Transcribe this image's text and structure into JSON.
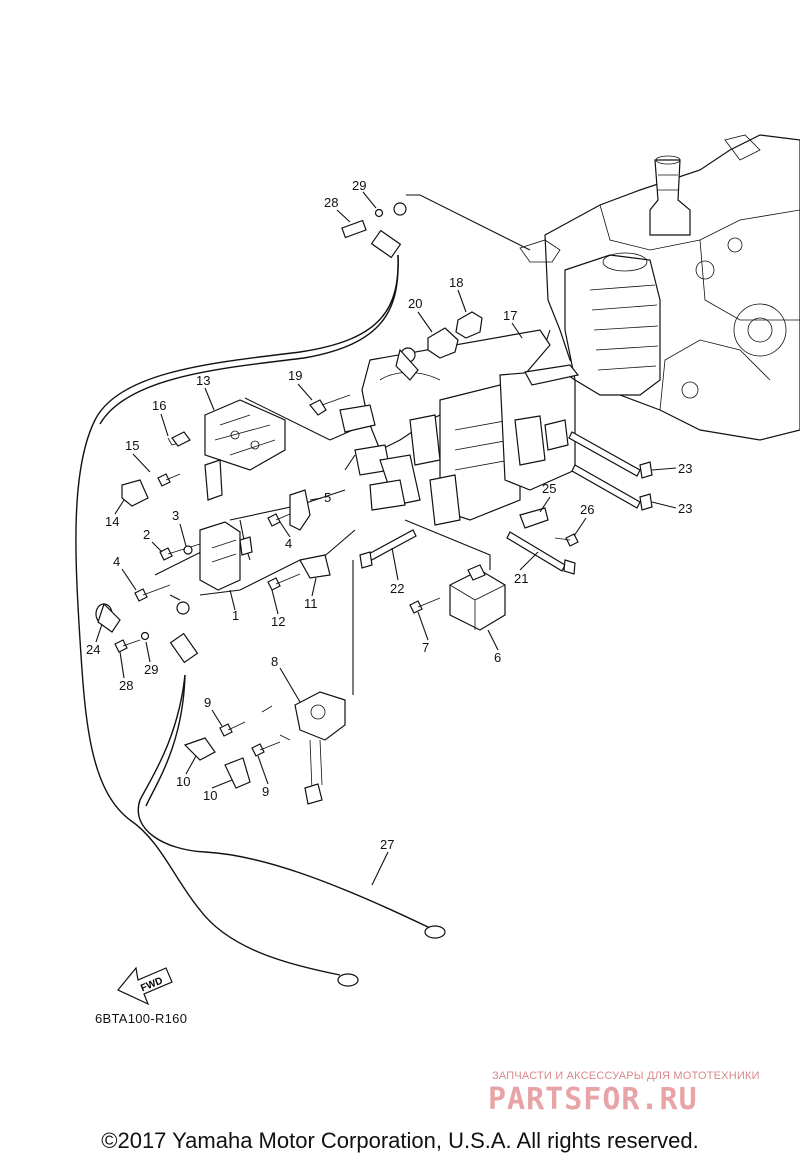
{
  "callouts": {
    "c29a": "29",
    "c28a": "28",
    "c18": "18",
    "c20": "20",
    "c17": "17",
    "c19": "19",
    "c13": "13",
    "c16": "16",
    "c15": "15",
    "c14": "14",
    "c5": "5",
    "c2": "2",
    "c3": "3",
    "c4a": "4",
    "c4b": "4",
    "c1": "1",
    "c12": "12",
    "c11": "11",
    "c22": "22",
    "c25": "25",
    "c26": "26",
    "c23a": "23",
    "c23b": "23",
    "c21": "21",
    "c7": "7",
    "c6": "6",
    "c24": "24",
    "c29b": "29",
    "c28b": "28",
    "c8": "8",
    "c9a": "9",
    "c10a": "10",
    "c10b": "10",
    "c9b": "9",
    "c27": "27"
  },
  "fwd_label": "FWD",
  "diagram_code": "6BTA100-R160",
  "watermark": {
    "subtitle": "ЗАПЧАСТИ И АКСЕССУАРЫ ДЛЯ МОТОТЕХНИКИ",
    "logo": "partsfor.ru"
  },
  "copyright": "©2017 Yamaha Motor Corporation, U.S.A. All rights reserved."
}
